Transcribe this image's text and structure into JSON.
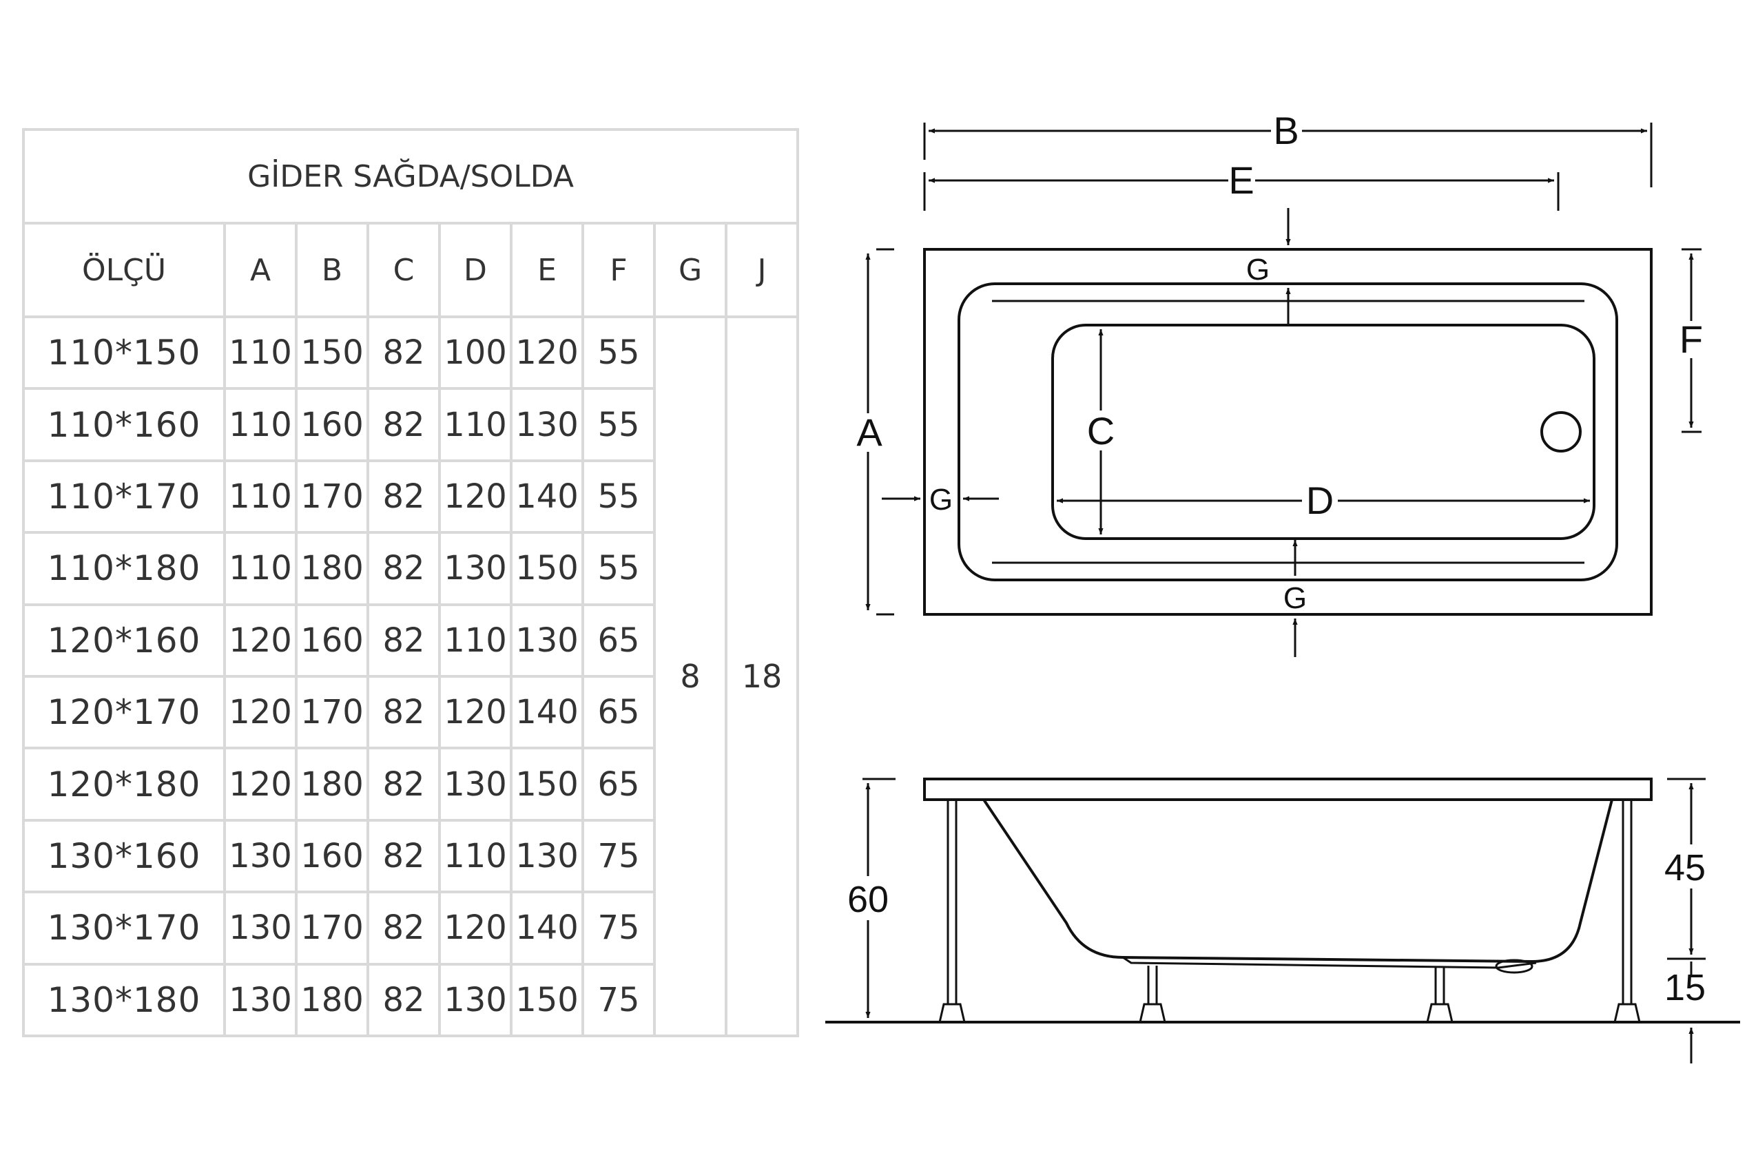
{
  "table": {
    "title": "GİDER SAĞDA/SOLDA",
    "headers": [
      "ÖLÇÜ",
      "A",
      "B",
      "C",
      "D",
      "E",
      "F",
      "G",
      "J"
    ],
    "rows": [
      [
        "110*150",
        "110",
        "150",
        "82",
        "100",
        "120",
        "55"
      ],
      [
        "110*160",
        "110",
        "160",
        "82",
        "110",
        "130",
        "55"
      ],
      [
        "110*170",
        "110",
        "170",
        "82",
        "120",
        "140",
        "55"
      ],
      [
        "110*180",
        "110",
        "180",
        "82",
        "130",
        "150",
        "55"
      ],
      [
        "120*160",
        "120",
        "160",
        "82",
        "110",
        "130",
        "65"
      ],
      [
        "120*170",
        "120",
        "170",
        "82",
        "120",
        "140",
        "65"
      ],
      [
        "120*180",
        "120",
        "180",
        "82",
        "130",
        "150",
        "65"
      ],
      [
        "130*160",
        "130",
        "160",
        "82",
        "110",
        "130",
        "75"
      ],
      [
        "130*170",
        "130",
        "170",
        "82",
        "120",
        "140",
        "75"
      ],
      [
        "130*180",
        "130",
        "180",
        "82",
        "130",
        "150",
        "75"
      ]
    ],
    "merged": {
      "G": "8",
      "J": "18"
    }
  },
  "top_view": {
    "labels": {
      "B": "B",
      "E": "E",
      "A": "A",
      "F": "F",
      "C": "C",
      "D": "D",
      "G_top": "G",
      "G_left": "G",
      "G_bottom": "G"
    }
  },
  "side_view": {
    "labels": {
      "total_height": "60",
      "tub_height": "45",
      "leg_height": "15"
    }
  }
}
